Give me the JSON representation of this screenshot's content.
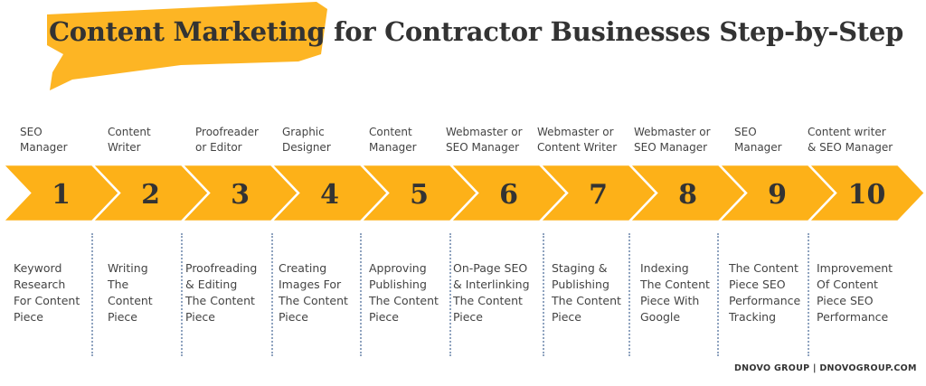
{
  "title": "Content Marketing for Contractor Businesses Step-by-Step",
  "accent_color": "#FDB118",
  "steps": [
    {
      "number": "1",
      "role": "SEO\nManager",
      "description": "Keyword\nResearch\nFor Content\nPiece"
    },
    {
      "number": "2",
      "role": "Content\nWriter",
      "description": "Writing\nThe\nContent\nPiece"
    },
    {
      "number": "3",
      "role": "Proofreader\nor Editor",
      "description": "Proofreading\n& Editing\nThe Content\nPiece"
    },
    {
      "number": "4",
      "role": "Graphic\nDesigner",
      "description": "Creating\nImages For\nThe Content\nPiece"
    },
    {
      "number": "5",
      "role": "Content\nManager",
      "description": "Approving\nPublishing\nThe Content\nPiece"
    },
    {
      "number": "6",
      "role": "Webmaster or\nSEO Manager",
      "description": "On-Page SEO\n& Interlinking\nThe Content\nPiece"
    },
    {
      "number": "7",
      "role": "Webmaster or\nContent Writer",
      "description": "Staging &\nPublishing\nThe Content\nPiece"
    },
    {
      "number": "8",
      "role": "Webmaster or\nSEO Manager",
      "description": "Indexing\nThe Content\nPiece With\nGoogle"
    },
    {
      "number": "9",
      "role": "SEO\nManager",
      "description": "The Content\nPiece SEO\nPerformance\nTracking"
    },
    {
      "number": "10",
      "role": "Content writer\n& SEO Manager",
      "description": "Improvement\nOf Content\nPiece SEO\nPerformance"
    }
  ],
  "footer": "DNOVO GROUP | DNOVOGROUP.COM"
}
